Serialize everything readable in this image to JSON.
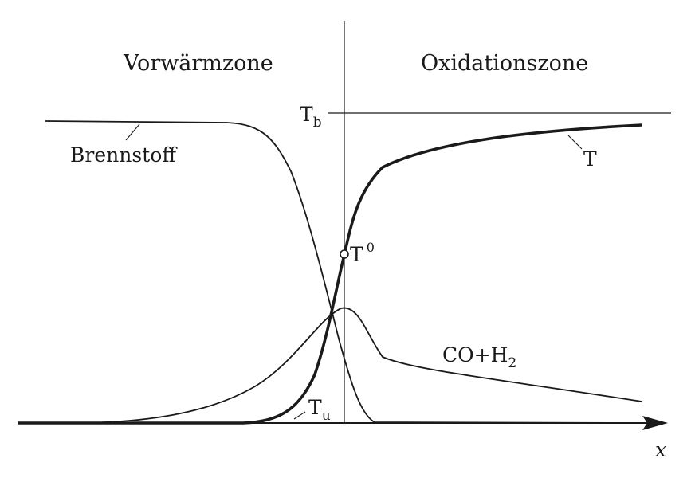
{
  "diagram": {
    "zones": {
      "left": "Vorwärmzone",
      "right": "Oxidationszone"
    },
    "curves": {
      "fuel": "Brennstoff",
      "temperature": "T",
      "intermediate": {
        "main": "CO+H",
        "subscript": "2"
      }
    },
    "markers": {
      "burned_temperature": {
        "main": "T",
        "subscript": "b"
      },
      "unburned_temperature": {
        "main": "T",
        "subscript": "u"
      },
      "ignition_temperature": {
        "main": "T",
        "superscript": "0"
      }
    },
    "axis": {
      "x_label": "x"
    },
    "colors": {
      "ink": "#1a1a1a",
      "background": "#ffffff"
    }
  }
}
